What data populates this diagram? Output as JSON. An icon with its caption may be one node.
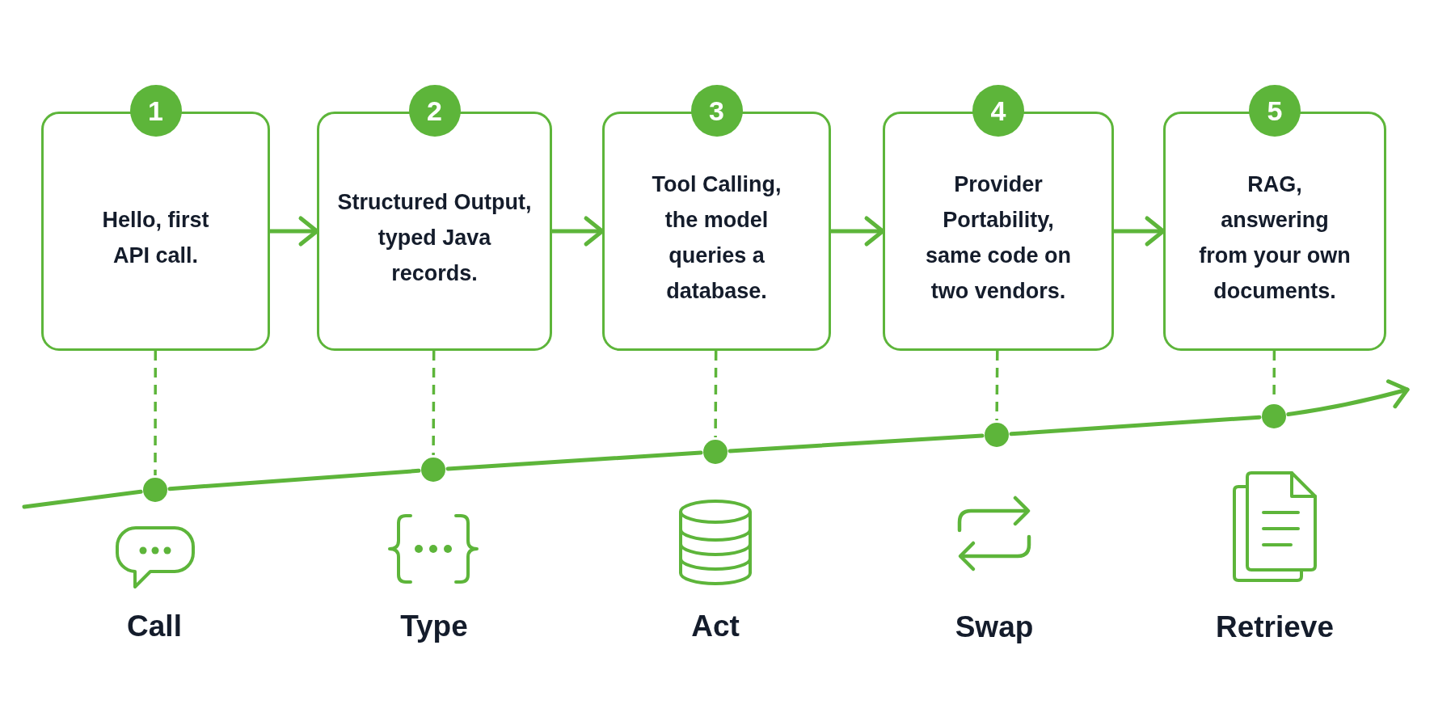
{
  "diagram": {
    "nodes": [
      {
        "text": [
          "1"
        ]
      },
      {
        "text": [
          "2"
        ]
      },
      {
        "text": [
          "3"
        ]
      },
      {
        "text": [
          "4"
        ]
      },
      {
        "text": [
          "5"
        ]
      },
      {
        "text": [
          "Hello, first API call."
        ]
      },
      {
        "text": [
          "Structured Output, typed Java records."
        ]
      },
      {
        "text": [
          "Tool Calling, the model queries a database."
        ]
      },
      {
        "text": [
          "Provider Portability, same code on two vendors."
        ]
      },
      {
        "text": [
          "RAG, answering from your own documents."
        ]
      },
      {
        "text": [],
        "shape": "circle"
      },
      {
        "text": [],
        "shape": "circle"
      },
      {
        "text": [],
        "shape": "circle"
      },
      {
        "text": [],
        "shape": "circle"
      },
      {
        "text": [],
        "shape": "circle"
      }
    ],
    "edges": [
      {
        "from": 5,
        "to": 6,
        "arrow": "to"
      },
      {
        "from": 6,
        "to": 7,
        "arrow": "to"
      },
      {
        "from": 7,
        "to": 8,
        "arrow": "to"
      },
      {
        "from": 8,
        "to": 9,
        "arrow": "to"
      },
      {
        "from": 5,
        "to": 10,
        "arrow": "none",
        "style": "dashed"
      },
      {
        "from": 6,
        "to": 11,
        "arrow": "none",
        "style": "dashed"
      },
      {
        "from": 7,
        "to": 12,
        "arrow": "none",
        "style": "dashed"
      },
      {
        "from": 8,
        "to": 13,
        "arrow": "none",
        "style": "dashed"
      },
      {
        "from": 9,
        "to": 14,
        "arrow": "none",
        "style": "dashed"
      },
      {
        "from": null,
        "to": 10,
        "arrow": "none"
      },
      {
        "from": 10,
        "to": 11,
        "arrow": "none"
      },
      {
        "from": 11,
        "to": 12,
        "arrow": "none"
      },
      {
        "from": 12,
        "to": 13,
        "arrow": "none"
      },
      {
        "from": 13,
        "to": 14,
        "arrow": "none"
      },
      {
        "from": 14,
        "to": null,
        "arrow": "to"
      }
    ],
    "labels": [
      "Call",
      "Type",
      "Act",
      "Swap",
      "Retrieve"
    ]
  }
}
